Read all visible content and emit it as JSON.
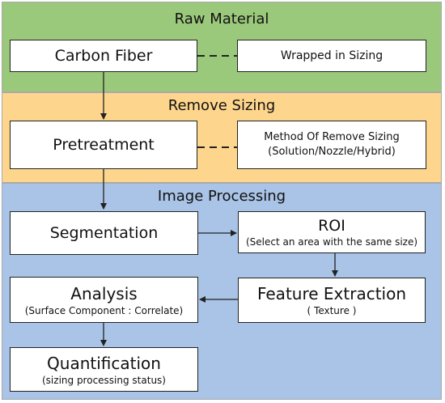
{
  "colors": {
    "raw_band": "#9bc97c",
    "sizing_band": "#fdd58c",
    "image_band": "#a9c4e6",
    "connector": "#222222"
  },
  "raw_material": {
    "title": "Raw Material",
    "carbon_fiber": "Carbon Fiber",
    "wrapped": "Wrapped in Sizing"
  },
  "remove_sizing": {
    "title": "Remove Sizing",
    "pretreatment": "Pretreatment",
    "method_line1": "Method Of Remove Sizing",
    "method_line2": "(Solution/Nozzle/Hybrid)"
  },
  "image_processing": {
    "title": "Image Processing",
    "segmentation": "Segmentation",
    "roi": "ROI",
    "roi_note": "(Select an area with the same size)",
    "analysis": "Analysis",
    "analysis_note": "(Surface Component : Correlate)",
    "feature_extraction": "Feature Extraction",
    "feature_note": "( Texture )",
    "quantification": "Quantification",
    "quantification_note": "(sizing processing status)"
  }
}
